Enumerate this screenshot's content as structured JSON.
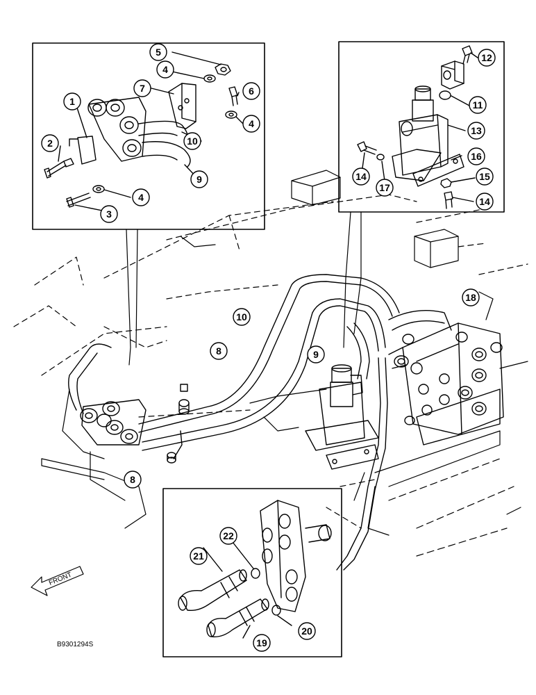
{
  "diagram": {
    "document_id": "B9301294S",
    "front_label": "FRONT",
    "callout_numbers": [
      "1",
      "2",
      "3",
      "4",
      "5",
      "6",
      "7",
      "8",
      "9",
      "10",
      "11",
      "12",
      "13",
      "14",
      "15",
      "16",
      "17",
      "18",
      "19",
      "20",
      "21",
      "22"
    ]
  },
  "colors": {
    "line": "#000000",
    "background": "#ffffff"
  }
}
